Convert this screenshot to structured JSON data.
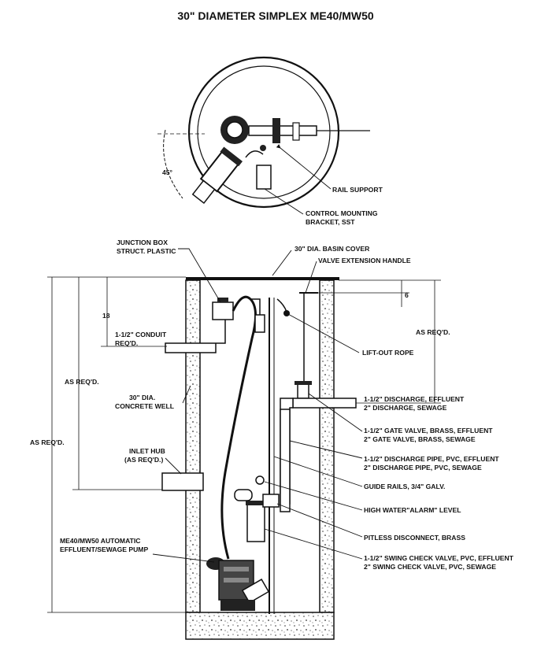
{
  "title": "30\" DIAMETER SIMPLEX ME40/MW50",
  "top_view": {
    "angle": "45°",
    "rail_support": "RAIL SUPPORT",
    "control_bracket": [
      "CONTROL MOUNTING",
      "BRACKET, SST"
    ]
  },
  "labels": {
    "junction_box": [
      "JUNCTION BOX",
      "STRUCT. PLASTIC"
    ],
    "basin_cover": "30\" DIA. BASIN COVER",
    "valve_handle": "VALVE EXTENSION HANDLE",
    "conduit": [
      "1-1/2\" CONDUIT",
      "REQ'D."
    ],
    "lift_out_rope": "LIFT-OUT ROPE",
    "concrete_well": [
      "30\" DIA.",
      "CONCRETE WELL"
    ],
    "discharge": [
      "1-1/2\" DISCHARGE,  EFFLUENT",
      "2\" DISCHARGE, SEWAGE"
    ],
    "gate_valve": [
      "1-1/2\" GATE VALVE, BRASS, EFFLUENT",
      "2\" GATE VALVE, BRASS, SEWAGE"
    ],
    "inlet_hub": [
      "INLET HUB",
      "(AS REQ'D.)"
    ],
    "discharge_pipe": [
      "1-1/2\" DISCHARGE PIPE, PVC, EFFLUENT",
      "2\" DISCHARGE PIPE, PVC, SEWAGE"
    ],
    "guide_rails": "GUIDE RAILS, 3/4\" GALV.",
    "high_water": "HIGH WATER\"ALARM\" LEVEL",
    "pitless": "PITLESS DISCONNECT, BRASS",
    "pump": [
      "ME40/MW50 AUTOMATIC",
      "EFFLUENT/SEWAGE PUMP"
    ],
    "check_valve": [
      "1-1/2\" SWING CHECK VALVE, PVC, EFFLUENT",
      "2\" SWING CHECK VALVE, PVC, SEWAGE"
    ]
  },
  "dimensions": {
    "dim_18": "18",
    "dim_6": "6",
    "as_reqd_right": "AS REQ'D.",
    "as_reqd_mid": "AS REQ'D.",
    "as_reqd_left": "AS REQ'D."
  }
}
